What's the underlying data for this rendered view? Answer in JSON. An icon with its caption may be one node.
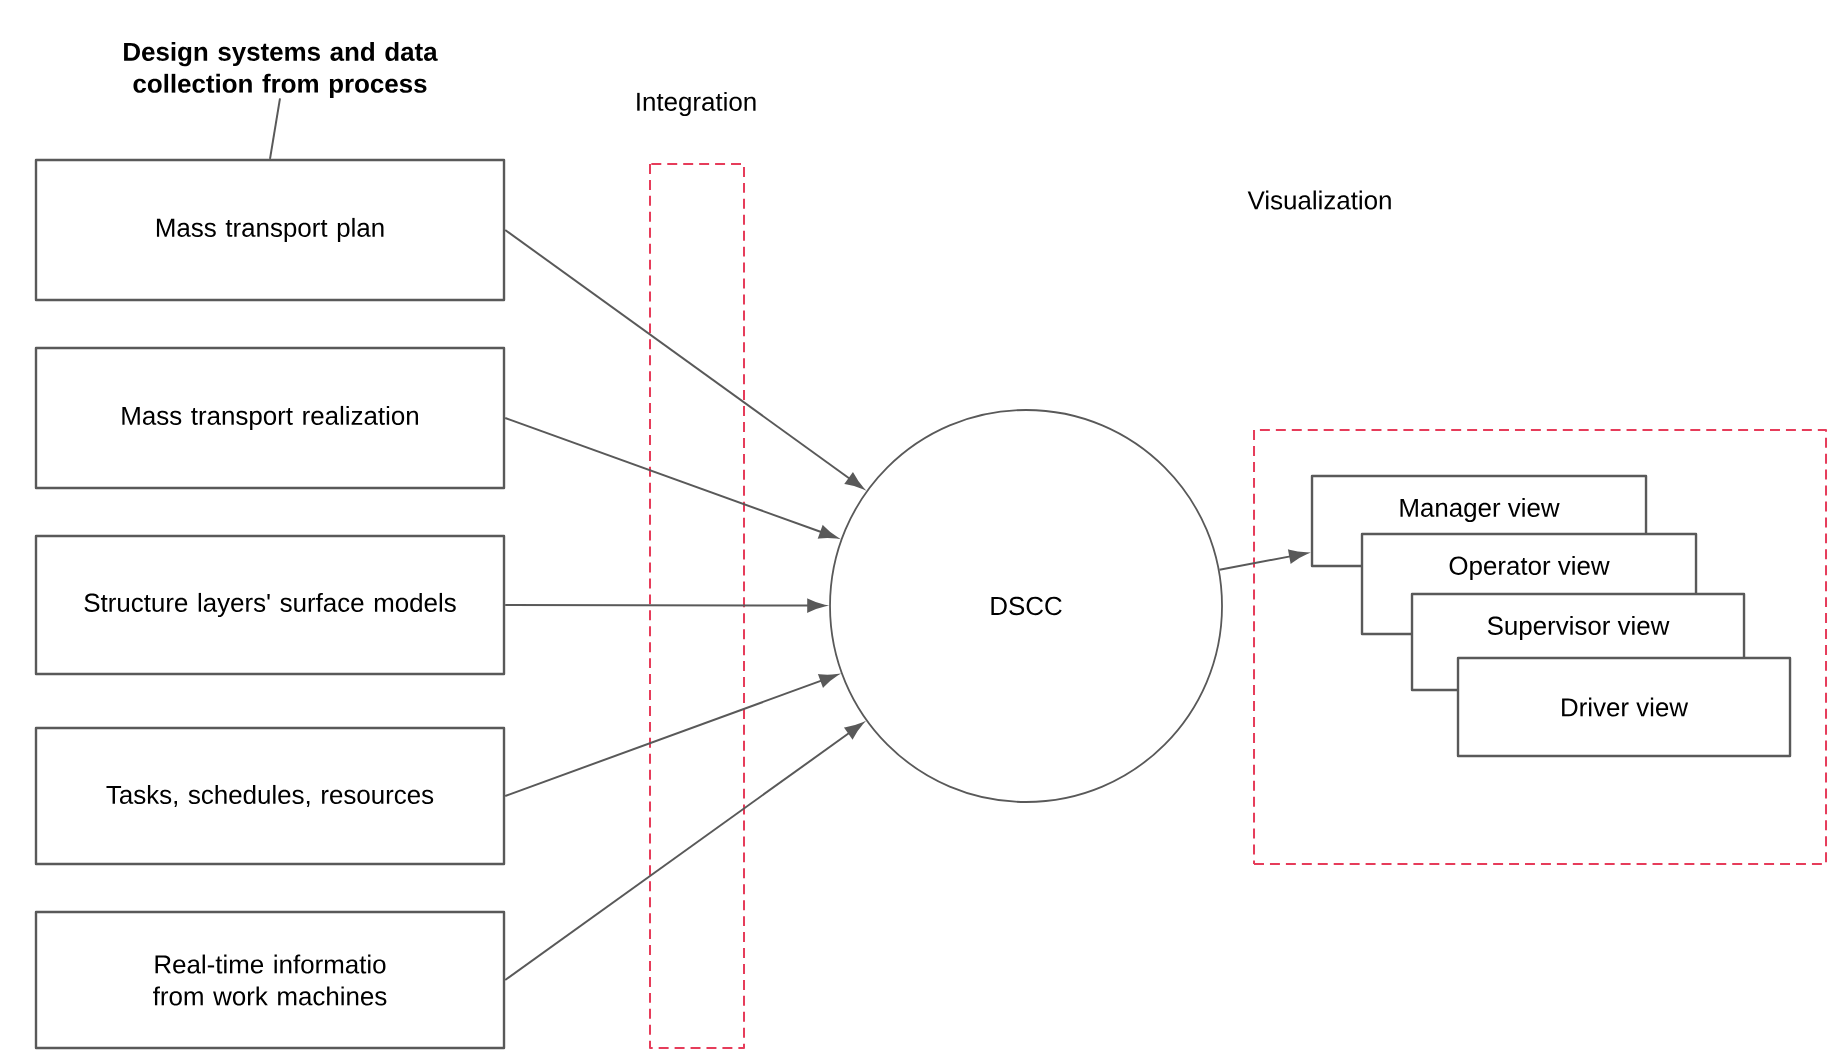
{
  "diagram": {
    "nodes": [
      {
        "text": [
          "Design systems and data collection from process"
        ]
      },
      {
        "text": [
          "Mass transport plan"
        ]
      },
      {
        "text": [
          "Mass transport realization"
        ]
      },
      {
        "text": [
          "Structure layers' surface models"
        ]
      },
      {
        "text": [
          "Tasks, schedules, resources"
        ]
      },
      {
        "text": [
          "Real-time informatio from work machines"
        ]
      },
      {
        "text": [
          "DSCC"
        ]
      },
      {
        "text": [],
        "shape": "box"
      },
      {
        "text": [
          "Manager view"
        ],
        "in": 7
      },
      {
        "text": [
          "Operator view"
        ],
        "in": 7
      },
      {
        "text": [
          "Supervisor view"
        ],
        "in": 7
      },
      {
        "text": [
          "Driver view"
        ],
        "in": 7
      }
    ],
    "labels": [
      "Integration",
      "Visualization"
    ],
    "edges": [
      {
        "from": 0,
        "to": 1,
        "arrow": "none"
      },
      {
        "from": 1,
        "to": 6,
        "arrow": "to"
      },
      {
        "from": 2,
        "to": 6,
        "arrow": "to"
      },
      {
        "from": 3,
        "to": 6,
        "arrow": "to"
      },
      {
        "from": 4,
        "to": 6,
        "arrow": "to"
      },
      {
        "from": 5,
        "to": 6,
        "arrow": "to"
      },
      {
        "from": 6,
        "to": 8,
        "arrow": "to"
      }
    ]
  }
}
